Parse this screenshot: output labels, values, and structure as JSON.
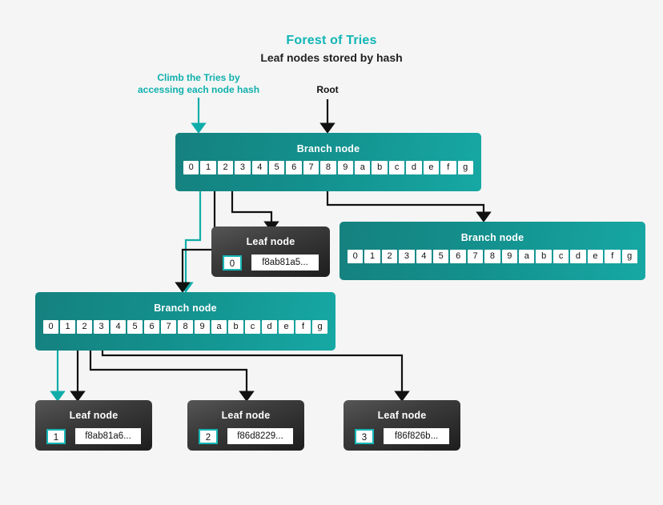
{
  "header": {
    "title": "Forest of Tries",
    "subtitle": "Leaf nodes stored by hash",
    "title_color": "#0fb5b5",
    "subtitle_color": "#222222"
  },
  "annotations": {
    "climb": {
      "text": "Climb the Tries by\naccessing each node hash",
      "color": "#0fb0ad"
    },
    "root": {
      "text": "Root",
      "color": "#111111"
    }
  },
  "colors": {
    "background": "#f5f5f5",
    "branch_gradient_start": "#15817f",
    "branch_gradient_end": "#17a8a4",
    "leaf_gradient_start": "#565656",
    "leaf_gradient_end": "#1d1d1d",
    "accent_teal": "#0fb0ad",
    "index_border": "#17b6b6",
    "wire_black": "#111111"
  },
  "branch_cells": [
    "0",
    "1",
    "2",
    "3",
    "4",
    "5",
    "6",
    "7",
    "8",
    "9",
    "a",
    "b",
    "c",
    "d",
    "e",
    "f",
    "g"
  ],
  "nodes": {
    "branch_root": {
      "label": "Branch node",
      "cells": [
        "0",
        "1",
        "2",
        "3",
        "4",
        "5",
        "6",
        "7",
        "8",
        "9",
        "a",
        "b",
        "c",
        "d",
        "e",
        "f",
        "g"
      ]
    },
    "branch_right": {
      "label": "Branch node",
      "cells": [
        "0",
        "1",
        "2",
        "3",
        "4",
        "5",
        "6",
        "7",
        "8",
        "9",
        "a",
        "b",
        "c",
        "d",
        "e",
        "f",
        "g"
      ]
    },
    "branch_left": {
      "label": "Branch node",
      "cells": [
        "0",
        "1",
        "2",
        "3",
        "4",
        "5",
        "6",
        "7",
        "8",
        "9",
        "a",
        "b",
        "c",
        "d",
        "e",
        "f",
        "g"
      ]
    },
    "leaf_top": {
      "label": "Leaf node",
      "index": "0",
      "hash": "f8ab81a5..."
    },
    "leaf_b1": {
      "label": "Leaf node",
      "index": "1",
      "hash": "f8ab81a6..."
    },
    "leaf_b2": {
      "label": "Leaf node",
      "index": "2",
      "hash": "f86d8229..."
    },
    "leaf_b3": {
      "label": "Leaf node",
      "index": "3",
      "hash": "f86f826b..."
    }
  }
}
